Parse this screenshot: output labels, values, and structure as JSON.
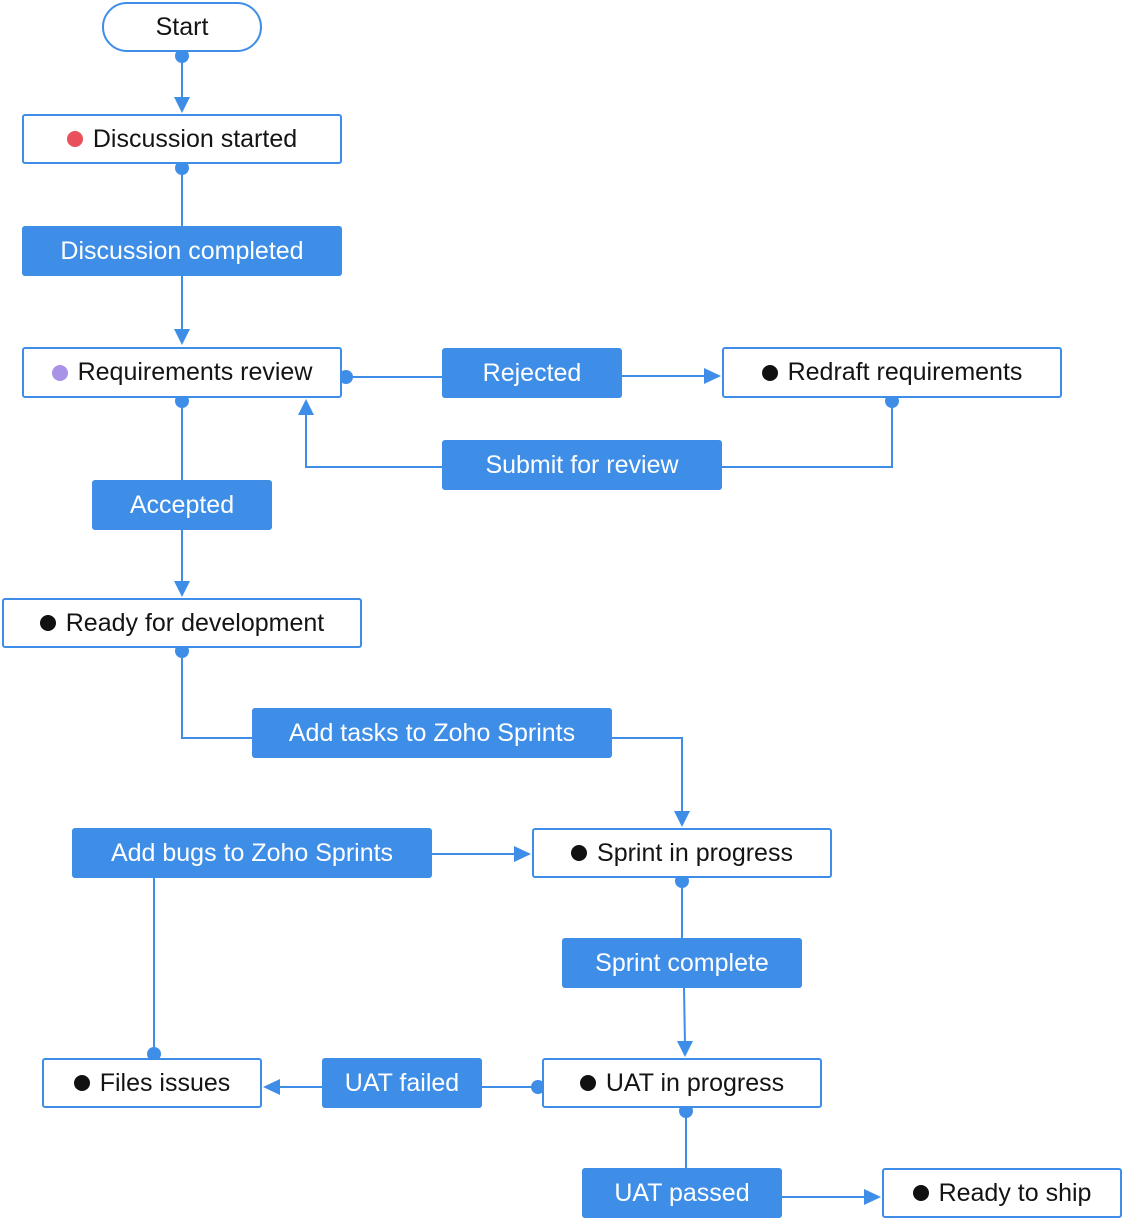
{
  "colors": {
    "accent": "#3e8ee8",
    "dot_red": "#e8505b",
    "dot_purple": "#a993e6",
    "dot_black": "#111111"
  },
  "states": {
    "start": {
      "label": "Start"
    },
    "discussion_started": {
      "label": "Discussion started",
      "dot_color": "#e8505b"
    },
    "requirements_review": {
      "label": "Requirements review",
      "dot_color": "#a993e6"
    },
    "redraft_requirements": {
      "label": "Redraft requirements",
      "dot_color": "#111111"
    },
    "ready_for_development": {
      "label": "Ready for development",
      "dot_color": "#111111"
    },
    "sprint_in_progress": {
      "label": "Sprint in progress",
      "dot_color": "#111111"
    },
    "files_issues": {
      "label": "Files issues",
      "dot_color": "#111111"
    },
    "uat_in_progress": {
      "label": "UAT in progress",
      "dot_color": "#111111"
    },
    "ready_to_ship": {
      "label": "Ready to ship",
      "dot_color": "#111111"
    }
  },
  "transitions": {
    "discussion_completed": {
      "label": "Discussion completed"
    },
    "rejected": {
      "label": "Rejected"
    },
    "submit_for_review": {
      "label": "Submit for review"
    },
    "accepted": {
      "label": "Accepted"
    },
    "add_tasks": {
      "label": "Add tasks to Zoho Sprints"
    },
    "add_bugs": {
      "label": "Add bugs to Zoho Sprints"
    },
    "sprint_complete": {
      "label": "Sprint complete"
    },
    "uat_failed": {
      "label": "UAT failed"
    },
    "uat_passed": {
      "label": "UAT passed"
    }
  }
}
